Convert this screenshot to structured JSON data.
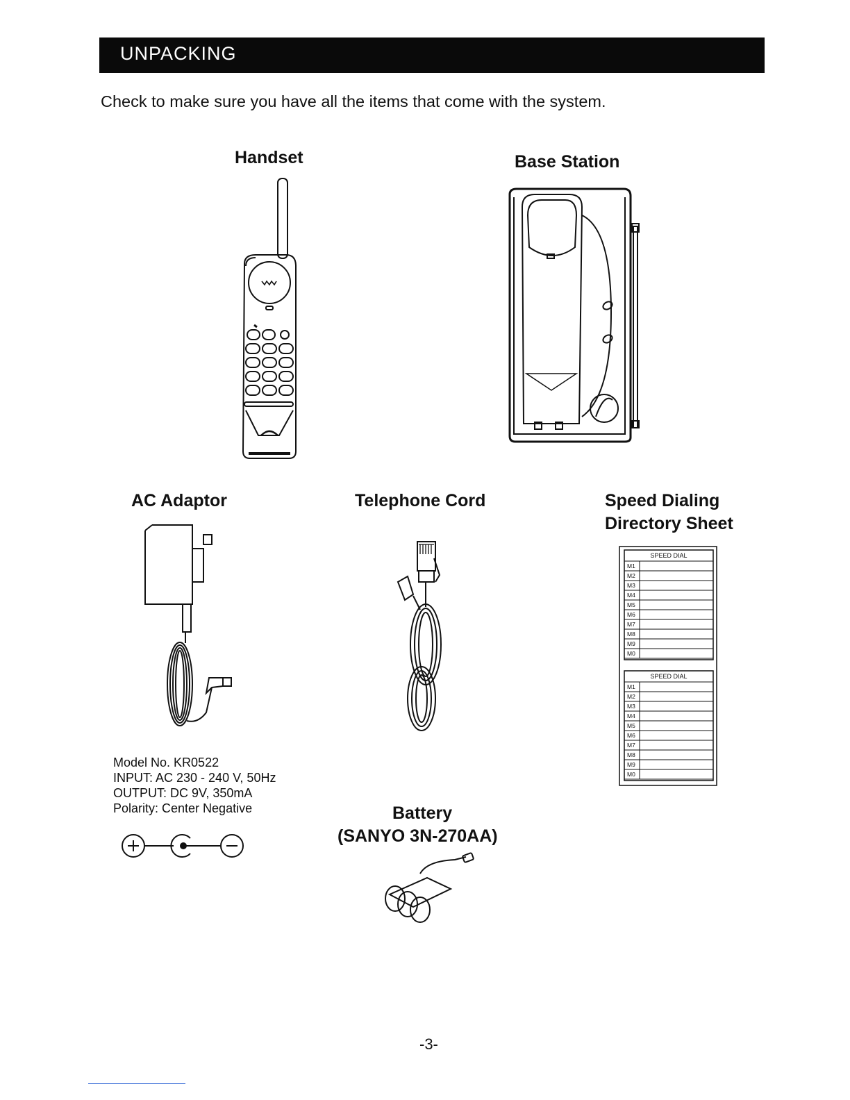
{
  "header": {
    "title": "UNPACKING"
  },
  "intro": "Check to make sure you have all the items that come with the system.",
  "items": {
    "handset": {
      "label": "Handset"
    },
    "base_station": {
      "label": "Base Station"
    },
    "ac_adaptor": {
      "label": "AC Adaptor",
      "specs": [
        "Model No.  KR0522",
        "INPUT: AC 230 - 240 V, 50Hz",
        "OUTPUT: DC 9V, 350mA",
        "Polarity: Center Negative"
      ]
    },
    "telephone_cord": {
      "label": "Telephone Cord"
    },
    "speed_dial_sheet": {
      "label_line1": "Speed Dialing",
      "label_line2": "Directory Sheet",
      "card_title": "SPEED DIAL",
      "rows": [
        "M1",
        "M2",
        "M3",
        "M4",
        "M5",
        "M6",
        "M7",
        "M8",
        "M9",
        "M0"
      ]
    },
    "battery": {
      "label_line1": "Battery",
      "label_line2": "(SANYO 3N-270AA)"
    }
  },
  "footer": {
    "page_number": "-3-"
  }
}
